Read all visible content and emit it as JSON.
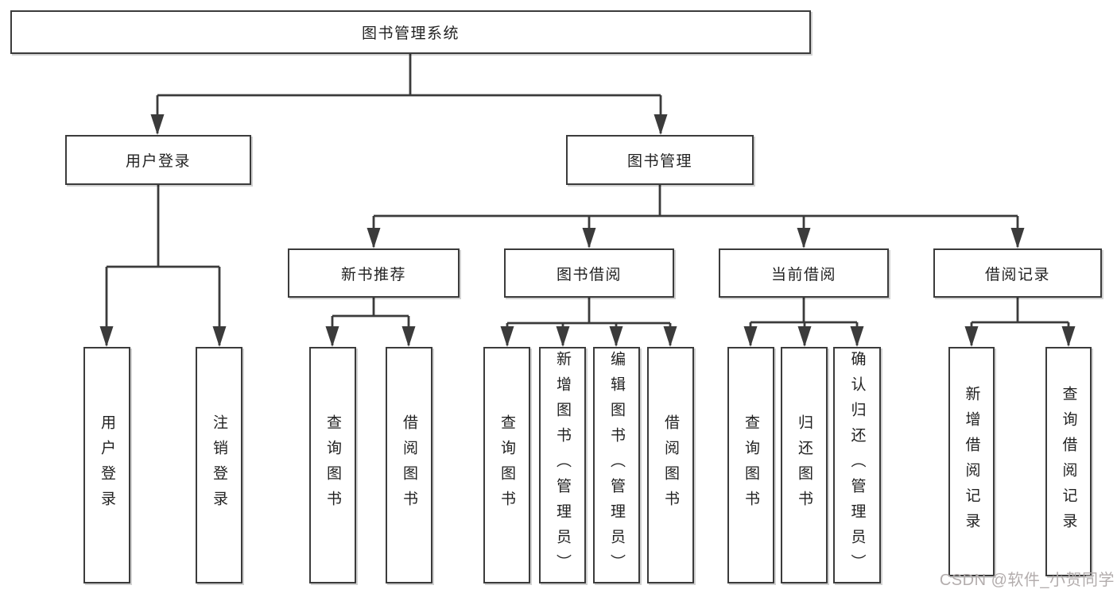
{
  "diagram": {
    "type": "hierarchy-tree",
    "root": {
      "label": "图书管理系统"
    },
    "level2": {
      "user_login": {
        "label": "用户登录"
      },
      "book_management": {
        "label": "图书管理"
      }
    },
    "level3": {
      "new_book_recommend": {
        "label": "新书推荐"
      },
      "book_borrow": {
        "label": "图书借阅"
      },
      "current_borrow": {
        "label": "当前借阅"
      },
      "borrow_records": {
        "label": "借阅记录"
      }
    },
    "leaves": {
      "user_login": [
        {
          "label": "用户登录"
        },
        {
          "label": "注销登录"
        }
      ],
      "new_book_recommend": [
        {
          "label": "查询图书"
        },
        {
          "label": "借阅图书"
        }
      ],
      "book_borrow": [
        {
          "label": "查询图书"
        },
        {
          "label": "新增图书（管理员）"
        },
        {
          "label": "编辑图书（管理员）"
        },
        {
          "label": "借阅图书"
        }
      ],
      "current_borrow": [
        {
          "label": "查询图书"
        },
        {
          "label": "归还图书"
        },
        {
          "label": "确认归还（管理员）"
        }
      ],
      "borrow_records": [
        {
          "label": "新增借阅记录"
        },
        {
          "label": "查询借阅记录"
        }
      ]
    },
    "watermark": "CSDN @软件_小贺同学",
    "colors": {
      "line": "#3b3b3b",
      "border": "#3b3b3b",
      "text": "#222222",
      "box_fill": "#ffffff",
      "background": "#ffffff",
      "watermark": "#b3adad"
    }
  }
}
